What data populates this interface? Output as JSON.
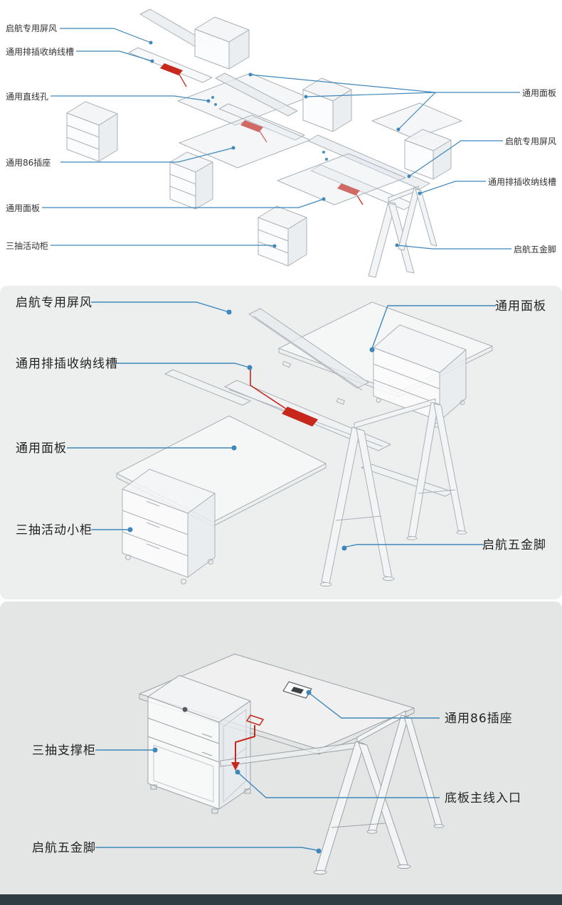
{
  "colors": {
    "leader_blue": "#3f87ba",
    "accent_red": "#c8281c",
    "line_gray": "#a9b1b8",
    "section2_bg": "#edefee",
    "section3_bg": "#e4e6e5",
    "footer_bar": "#2f3d43"
  },
  "sections": {
    "s1": {
      "left_labels": [
        "启航专用屏风",
        "通用排插收纳线槽",
        "通用直线孔",
        "通用86插座",
        "通用面板",
        "三抽活动柜"
      ],
      "right_labels": [
        "通用面板",
        "启航专用屏风",
        "通用排插收纳线槽",
        "启航五金脚"
      ]
    },
    "s2": {
      "left_labels": [
        "启航专用屏风",
        "通用排插收纳线槽",
        "通用面板",
        "三抽活动小柜"
      ],
      "right_labels": [
        "通用面板",
        "启航五金脚"
      ]
    },
    "s3": {
      "left_labels": [
        "三抽支撑柜",
        "启航五金脚"
      ],
      "right_labels": [
        "通用86插座",
        "底板主线入口"
      ]
    }
  }
}
